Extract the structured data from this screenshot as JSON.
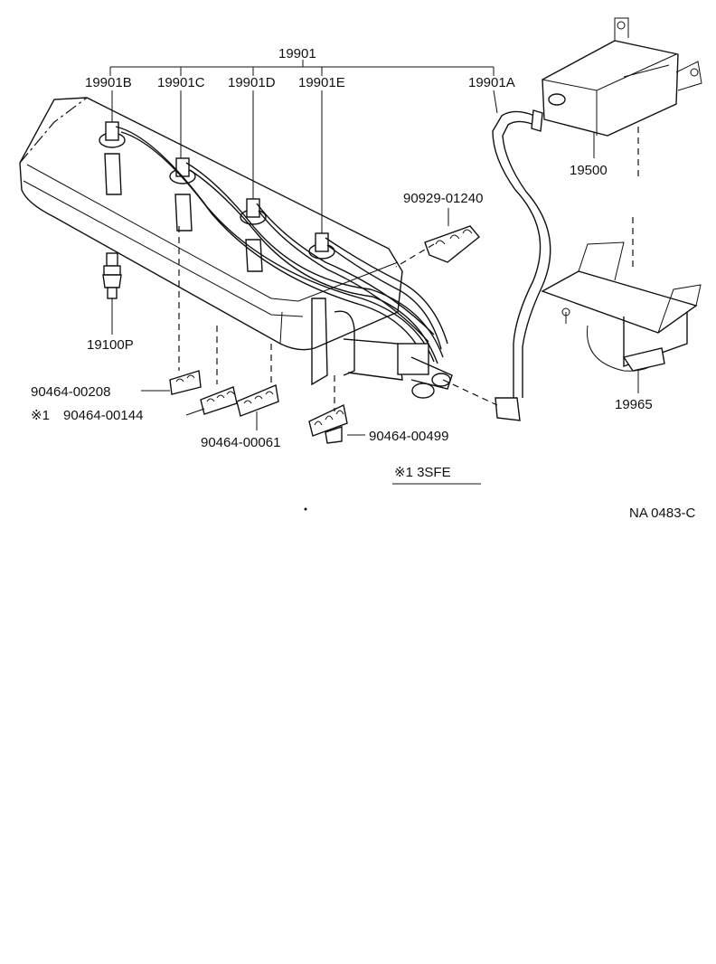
{
  "diagram": {
    "labels": {
      "assembly": "19901",
      "wire_b": "19901B",
      "wire_c": "19901C",
      "wire_d": "19901D",
      "wire_e": "19901E",
      "wire_a": "19901A",
      "coil": "19500",
      "clamp_1240": "90929-01240",
      "spark_plug": "19100P",
      "coil_bracket": "19965",
      "clamp_208": "90464-00208",
      "clamp_144": "90464-00144",
      "clamp_144_note": "※1",
      "clamp_61": "90464-00061",
      "clamp_499": "90464-00499",
      "footnote": "※1  3SFE",
      "drawing_code": "NA 0483-C"
    }
  }
}
